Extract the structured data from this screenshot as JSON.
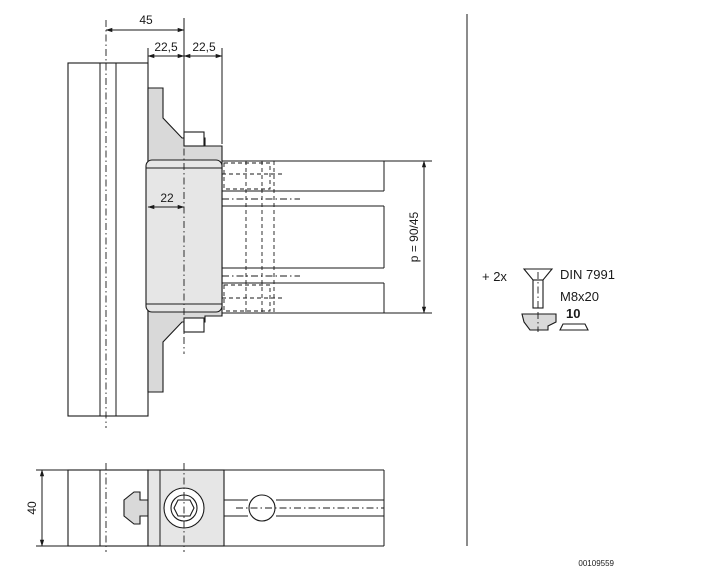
{
  "dimensions": {
    "width_45": "45",
    "offset_22_5_a": "22,5",
    "offset_22_5_b": "22,5",
    "depth_22": "22",
    "pitch": "p = 90/45",
    "height_40": "40"
  },
  "fastener": {
    "quantity": "+ 2x",
    "standard": "DIN 7991",
    "size": "M8x20",
    "key_size": "10"
  },
  "drawing_number": "00109559"
}
